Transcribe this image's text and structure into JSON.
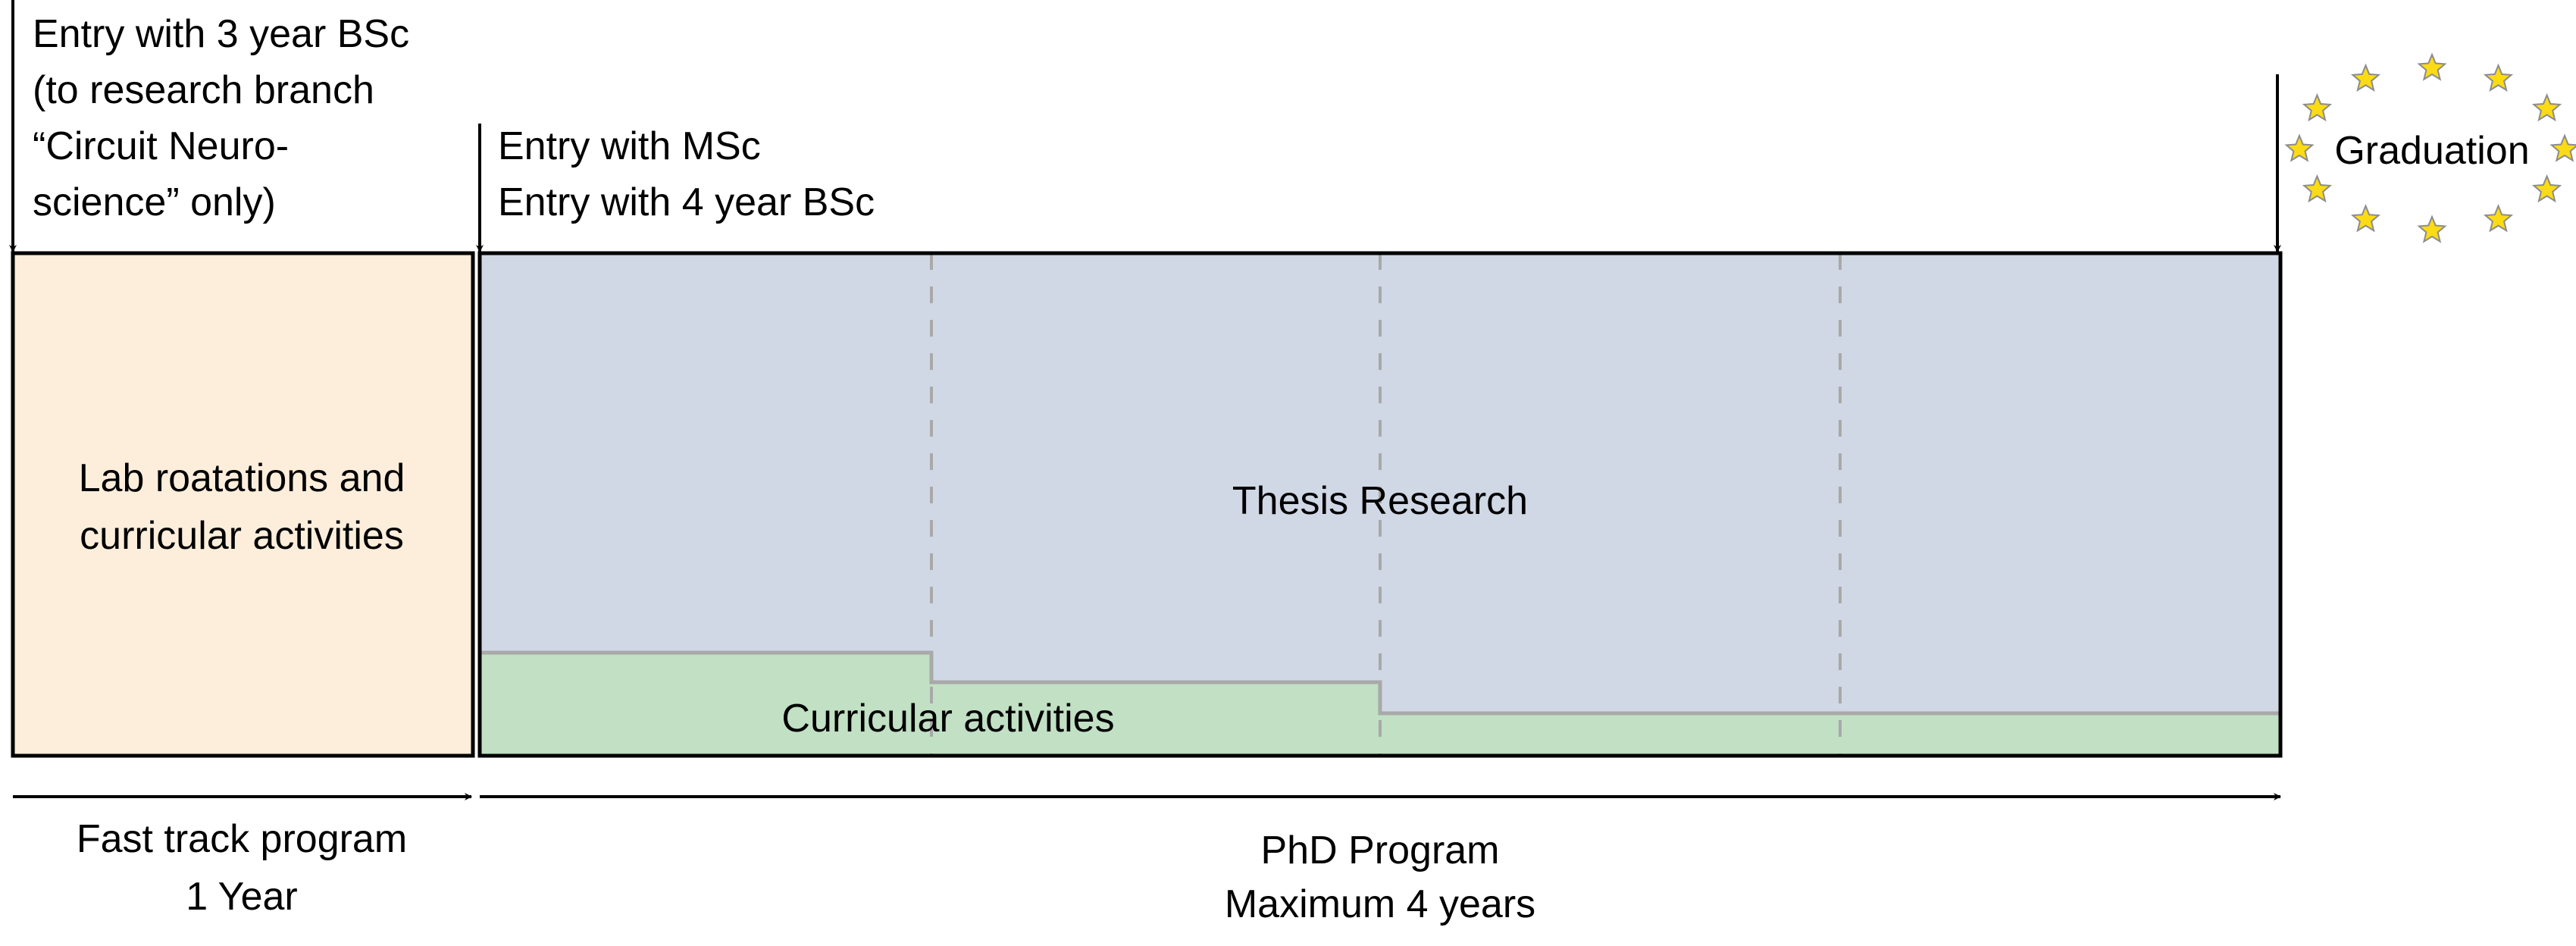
{
  "entries": {
    "fast_track_entry": [
      "Entry with 3 year BSc",
      "(to research branch",
      "“Circuit Neuro-",
      "science” only)"
    ],
    "phd_entry": [
      "Entry with MSc",
      "Entry with 4 year BSc"
    ],
    "graduation": "Graduation"
  },
  "blocks": {
    "fast_track_box": [
      "Lab roatations and",
      "curricular activities"
    ],
    "thesis_research": "Thesis Research",
    "curricular_activities": "Curricular activities"
  },
  "timeline": {
    "fast_track": [
      "Fast track program",
      "1 Year"
    ],
    "phd": [
      "PhD Program",
      "Maximum 4 years"
    ]
  },
  "colors": {
    "fast_track_fill": "#fdeedb",
    "thesis_fill": "#d0d7e5",
    "curricular_fill": "#c1e0c4",
    "divider": "#a9a9a9",
    "star_fill": "#fbdb14",
    "star_stroke": "#8c8c8c"
  },
  "star_count": 12
}
